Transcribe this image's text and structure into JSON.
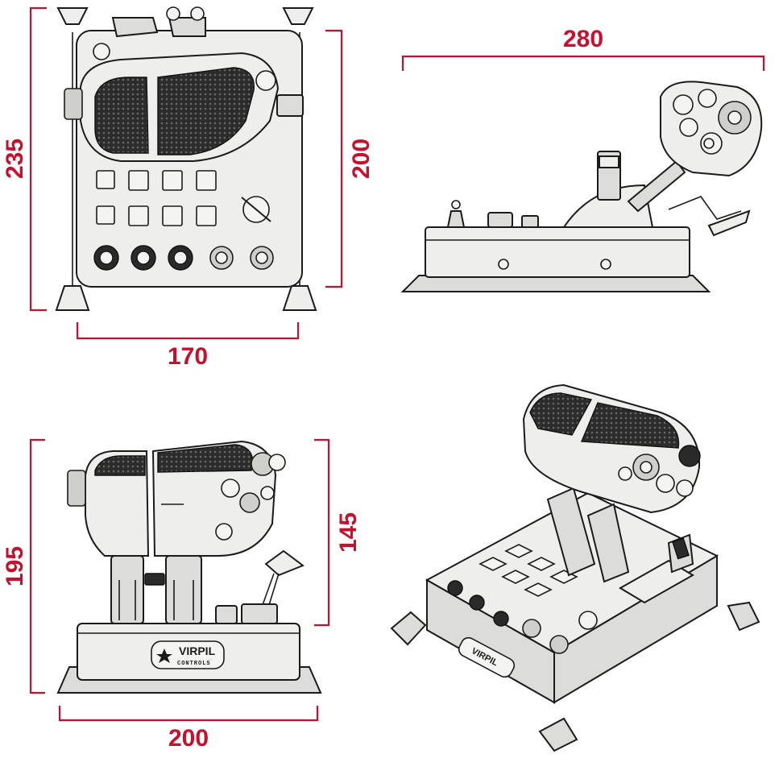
{
  "dimensions": {
    "top_height": "235",
    "top_depth": "200",
    "top_width": "170",
    "side_length": "280",
    "front_height": "195",
    "front_grip_height": "145",
    "front_width": "200"
  },
  "brand": {
    "logo_text": "VIRPIL",
    "logo_subtext": "CONTROLS"
  },
  "colors": {
    "dimension": "#c8102e",
    "device_body": "#eeeeec",
    "grip_texture": "#2a2a2a"
  }
}
